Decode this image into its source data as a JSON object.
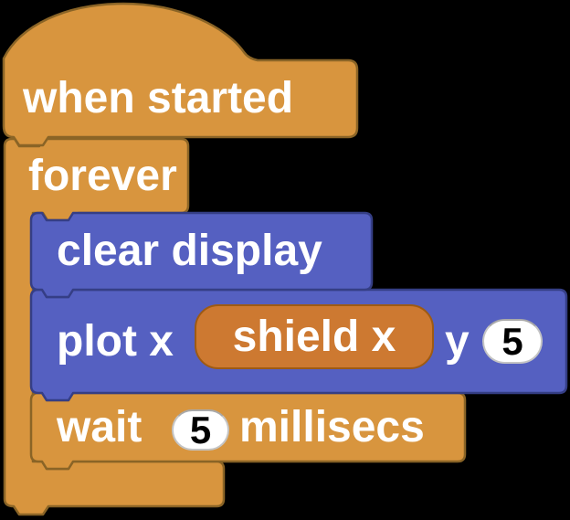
{
  "colors": {
    "bg": "#000000",
    "control-fill": "#d8953e",
    "control-stroke": "#8a6426",
    "display-fill": "#5560c1",
    "display-stroke": "#353e85",
    "variable-fill": "#cd7931",
    "variable-stroke": "#9e5a13",
    "slot-fill": "#ffffff",
    "slot-stroke": "#c4c4c4",
    "slot-text": "#000000",
    "label-text": "#ffffff"
  },
  "script": {
    "hat_label": "when started",
    "forever_label": "forever",
    "clear_label": "clear display",
    "plot_label": "plot x",
    "plot_variable": "shield x",
    "plot_y_label": "y",
    "plot_y_value": "5",
    "wait_label": "wait",
    "wait_value": "5",
    "wait_unit_label": "millisecs"
  }
}
